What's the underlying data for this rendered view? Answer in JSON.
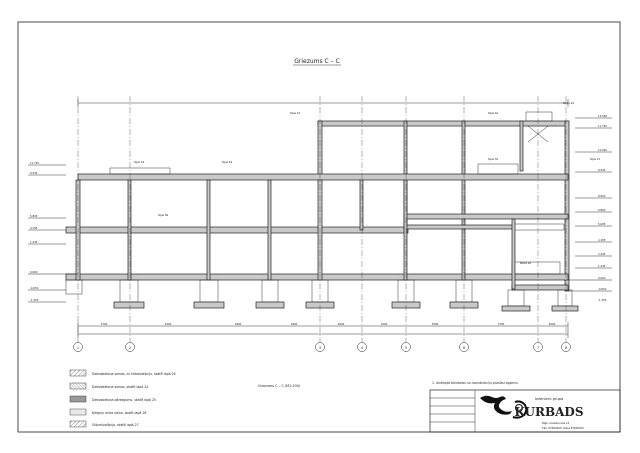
{
  "drawing": {
    "title": "Griezums C – C",
    "scale_note": "Griezums C – C (M1:100)",
    "grid_axes": [
      "1",
      "2",
      "3",
      "4",
      "5",
      "6",
      "7",
      "8"
    ],
    "floor_labels_left": [
      "11,745",
      "9,545",
      "5,845",
      "4,185",
      "1,445",
      "0,000",
      "-0,650",
      "-1,355"
    ],
    "elev_labels_right": [
      "13,560",
      "11,745",
      "10,040",
      "9,545",
      "8,000",
      "6,860",
      "5,695",
      "4,185",
      "2,445",
      "1,445",
      "0,000",
      "-0,650",
      "-1,355"
    ],
    "dimensions_bottom": [
      "5700",
      "4200",
      "3900",
      "3900",
      "4000",
      "3200",
      "3500",
      "3700",
      "4000"
    ],
    "room_tags": [
      "Sijas S1",
      "Sijas S2",
      "Bloks 24",
      "Sijas S3",
      "Sijas S4",
      "Sijas S5",
      "Sijas S6",
      "Sijas S7",
      "Bloks 26"
    ],
    "footnote": "1. Ievērojot būvdarbu un konstrukciju prasību apjomu"
  },
  "legend": {
    "items": [
      "Dzelzsbetona sienas, ar hidroizolāciju, skatīt lapā 24",
      "Dzelzsbetona sienas, skatīt lapā 24",
      "Dzelzsbetona pārsegums, skatīt lapā 25",
      "Ķieģeļu mūra siena, skatīt lapā 26",
      "Siltumizolācija, skatīt lapā 27"
    ]
  },
  "title_block": {
    "company_line1": "Inženieru grupa",
    "company_name": "KURBADS",
    "address": "Rīga, Ausekļa iela 14",
    "phone": "Tālr. 67800000, fakss 67800001"
  }
}
